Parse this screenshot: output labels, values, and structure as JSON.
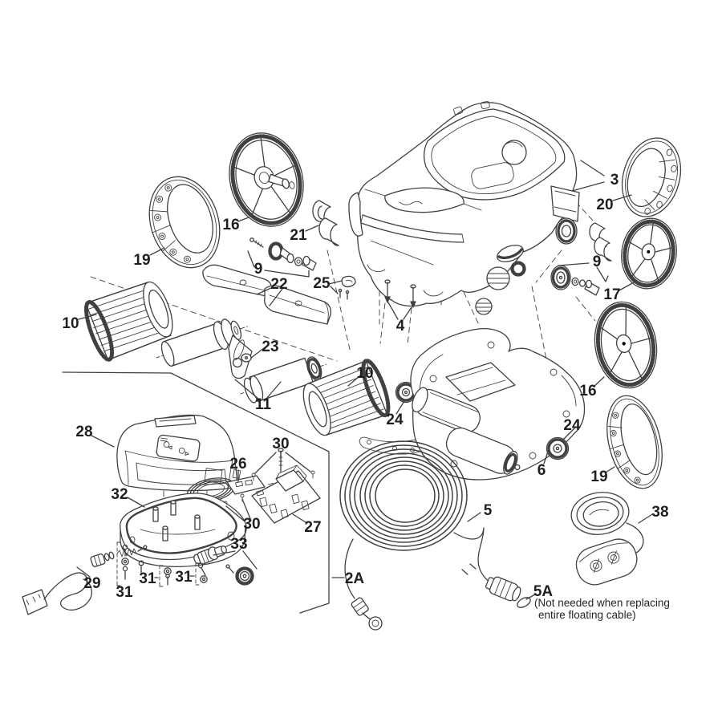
{
  "diagram": {
    "kind": "exploded-parts-diagram",
    "callouts": {
      "c3": "3",
      "c20": "20",
      "c16L": "16",
      "c21": "21",
      "c19L": "19",
      "c9L": "9",
      "c22": "22",
      "c25": "25",
      "c10L": "10",
      "c23": "23",
      "c4": "4",
      "c10R": "10",
      "c11": "11",
      "c9R": "9",
      "c17": "17",
      "c16R": "16",
      "c24L": "24",
      "c24R": "24",
      "c6": "6",
      "c19R": "19",
      "c28": "28",
      "c30T": "30",
      "c26": "26",
      "c32": "32",
      "c30B": "30",
      "c27": "27",
      "c33": "33",
      "c29": "29",
      "c31a": "31",
      "c31b": "31",
      "c31c": "31",
      "c5": "5",
      "c2A": "2A",
      "c5A": "5A",
      "c38": "38"
    },
    "note": {
      "line1": "(Not needed when replacing",
      "line2": "entire floating cable)"
    },
    "colors": {
      "background": "#ffffff",
      "line": "#404040",
      "label": "#1f1f1f"
    }
  }
}
